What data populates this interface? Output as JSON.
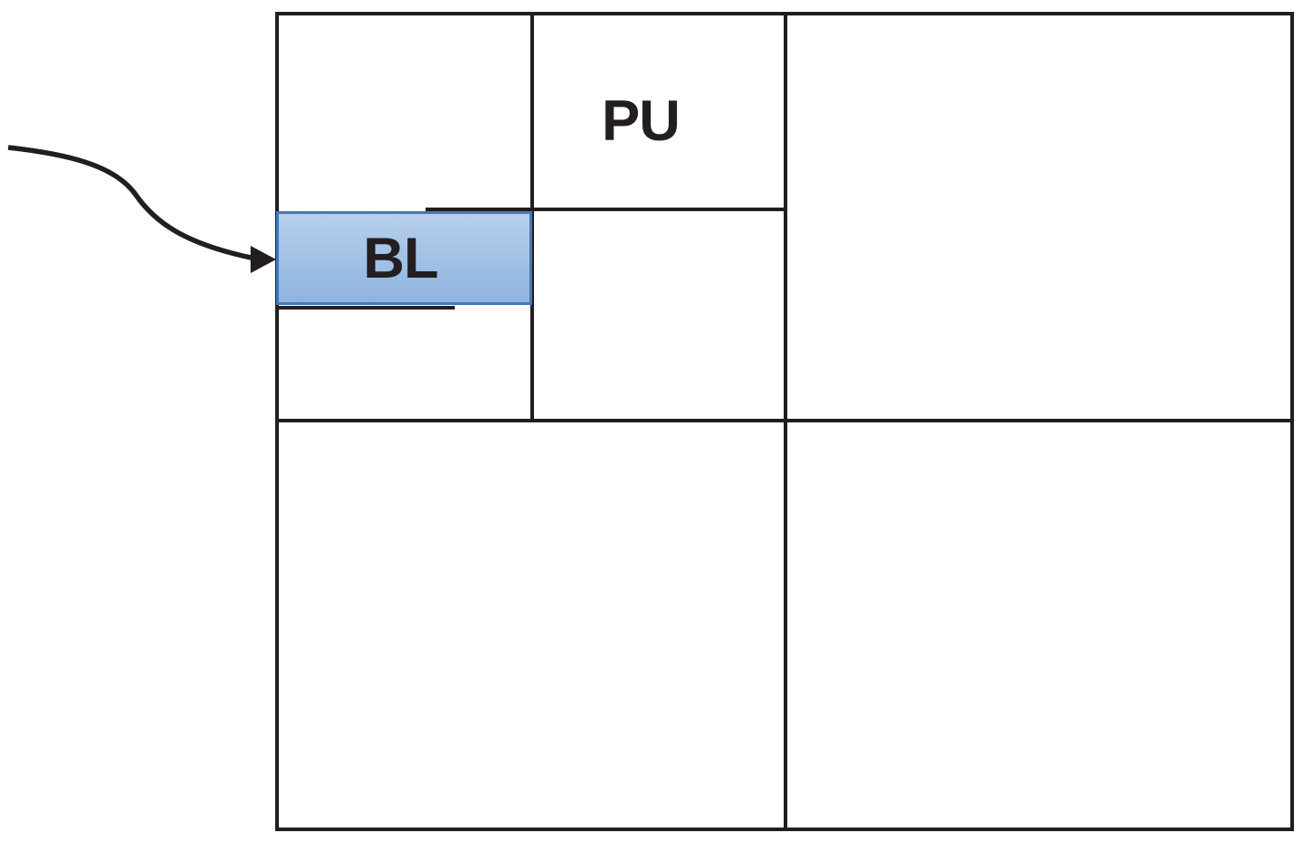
{
  "figure": {
    "type": "block-diagram",
    "labels": {
      "pu": "PU",
      "bl": "BL"
    },
    "icons": {
      "arrow": "curved-arrow-icon"
    },
    "colors": {
      "line": "#221e1f",
      "text": "#231f20",
      "background": "#ffffff",
      "bl_border": "#4379b8",
      "bl_fill_top": "#b7cfec",
      "bl_fill_bottom": "#8eb4de"
    }
  }
}
